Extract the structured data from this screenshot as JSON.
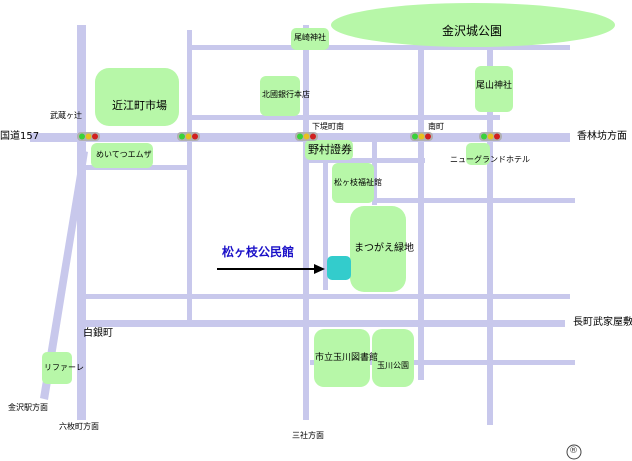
{
  "map": {
    "colors": {
      "road": "#c8c8ec",
      "green_area": "#b7f7a8",
      "target_marker": "#33cccc",
      "target_label": "#1a10c8",
      "arrow": "#000000"
    },
    "target": {
      "name": "松ヶ枝公民館",
      "icon": "arrow-right-icon"
    },
    "places": {
      "kanazawa_castle_park": "金沢城公園",
      "oyama_shrine_small": "尾崎神社",
      "hokkoku_bank": "北國銀行本店",
      "oyama_shrine": "尾山神社",
      "omicho_market": "近江町市場",
      "meitetsu_mza": "めいてつエムザ",
      "nomura_securities": "野村證券",
      "matsugae_welfare": "松ヶ枝福祉館",
      "matsugae_green": "まつがえ緑地",
      "new_grand_hotel": "ニューグランドホテル",
      "library": "市立玉川図書館",
      "tamagawa_park": "玉川公園",
      "rifare": "リファーレ"
    },
    "intersections": {
      "musashigatsuji": "武蔵ヶ辻",
      "shimotsutsumicho_minami": "下堤町南",
      "minamicho": "南町",
      "shiroganecho": "白銀町"
    },
    "directions": {
      "route157": "国道157",
      "korinbo": "香林坊方面",
      "nagamachi": "長町武家屋敷",
      "kanazawa_station": "金沢駅方面",
      "rokumaicho": "六枚町方面",
      "sansha": "三社方面"
    },
    "registered_mark": "®",
    "traffic_light_icon": "traffic-light-icon"
  }
}
